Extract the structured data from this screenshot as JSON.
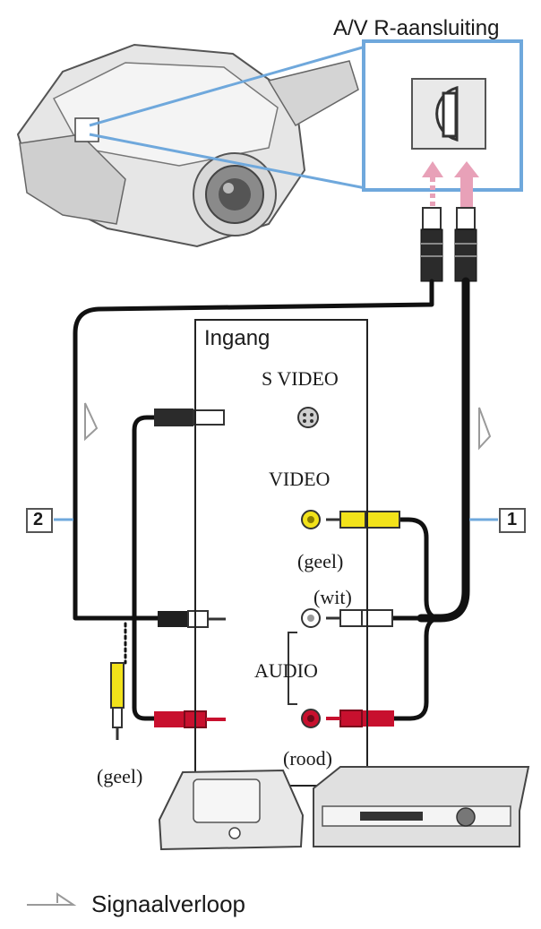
{
  "connector_title": "A/V R-aansluiting",
  "input_panel": {
    "heading": "Ingang",
    "s_video": "S VIDEO",
    "video": "VIDEO",
    "audio": "AUDIO",
    "geel": "(geel)",
    "wit": "(wit)",
    "rood": "(rood)"
  },
  "cables": {
    "cable_1_number": "1",
    "cable_2_number": "2"
  },
  "plug_label_geel": "(geel)",
  "legend": {
    "signal_label": "Signaalverloop"
  },
  "colors": {
    "cable": "#111111",
    "yellow": "#f2e21a",
    "red": "#c8102e",
    "pink": "#e8a1b8",
    "highlight_blue": "#6fa8dc",
    "grey": "#9a9a9a"
  }
}
